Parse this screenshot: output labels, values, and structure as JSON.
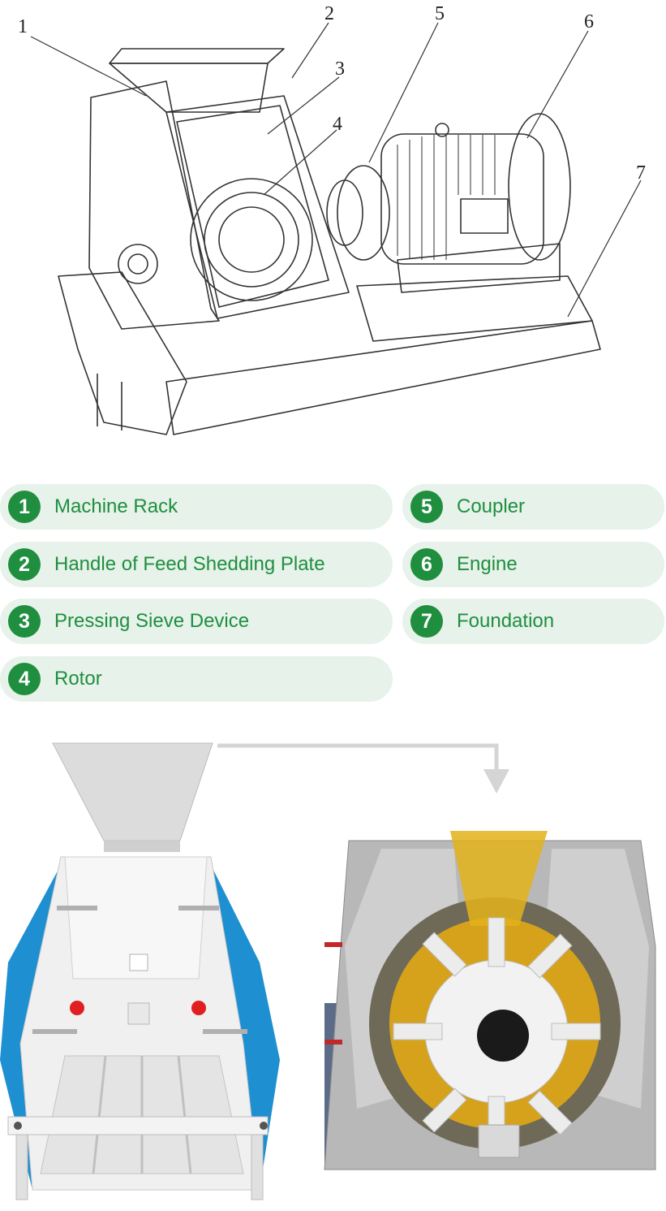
{
  "callouts": [
    "1",
    "2",
    "3",
    "4",
    "5",
    "6",
    "7"
  ],
  "legend": {
    "items": [
      {
        "n": "1",
        "label": "Machine Rack"
      },
      {
        "n": "2",
        "label": "Handle of Feed Shedding Plate"
      },
      {
        "n": "3",
        "label": "Pressing Sieve Device"
      },
      {
        "n": "4",
        "label": "Rotor"
      },
      {
        "n": "5",
        "label": "Coupler"
      },
      {
        "n": "6",
        "label": "Engine"
      },
      {
        "n": "7",
        "label": "Foundation"
      }
    ]
  },
  "colors": {
    "accent": "#1f8f3f",
    "pill_bg": "#e6f2ea",
    "machine_blue": "#1e8fd0",
    "grain_yellow": "#e3b21a",
    "arrow_grey": "#d5d5d5"
  },
  "icons": [
    "flow-arrow-icon"
  ]
}
